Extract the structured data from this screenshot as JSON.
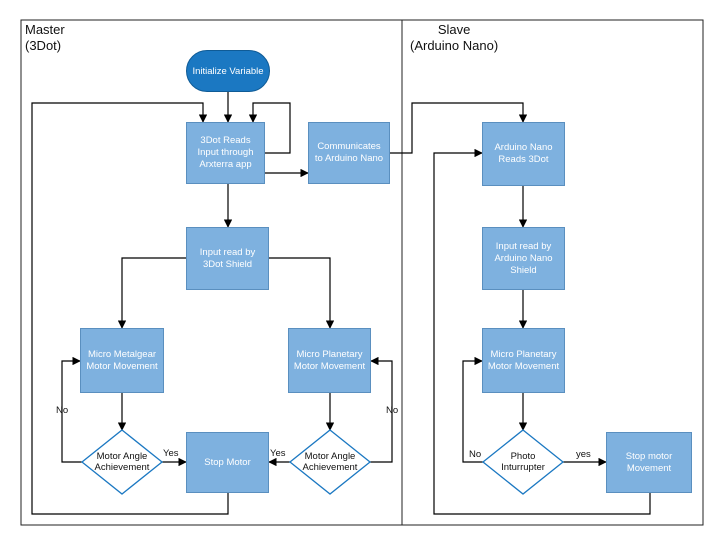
{
  "lanes": {
    "master_title": "Master\n(3Dot)",
    "slave_title": "Slave\n(Arduino Nano)"
  },
  "nodes": {
    "init": "Initialize Variable",
    "reads_input": "3Dot Reads Input through Arxterra app",
    "communicates": "Communicates to Arduino Nano",
    "input_read_3dot": "Input read by 3Dot Shield",
    "metalgear_move": "Micro Metalgear Motor Movement",
    "planetary_move_master": "Micro Planetary Motor Movement",
    "angle_left": "Motor Angle Achievement",
    "angle_right": "Motor Angle Achievement",
    "stop_motor": "Stop Motor",
    "nano_reads": "Arduino Nano Reads 3Dot",
    "input_read_nano": "Input read by Arduino Nano Shield",
    "planetary_move_slave": "Micro Planetary Motor Movement",
    "photo": "Photo Inturrupter",
    "stop_movement": "Stop motor Movement"
  },
  "edge_labels": {
    "no_left": "No",
    "yes_left": "Yes",
    "yes_right": "Yes",
    "no_right": "No",
    "no_slave": "No",
    "yes_slave": "yes"
  },
  "colors": {
    "box_fill": "#7eb1df",
    "start_fill": "#1b78c2",
    "line": "#000000"
  }
}
